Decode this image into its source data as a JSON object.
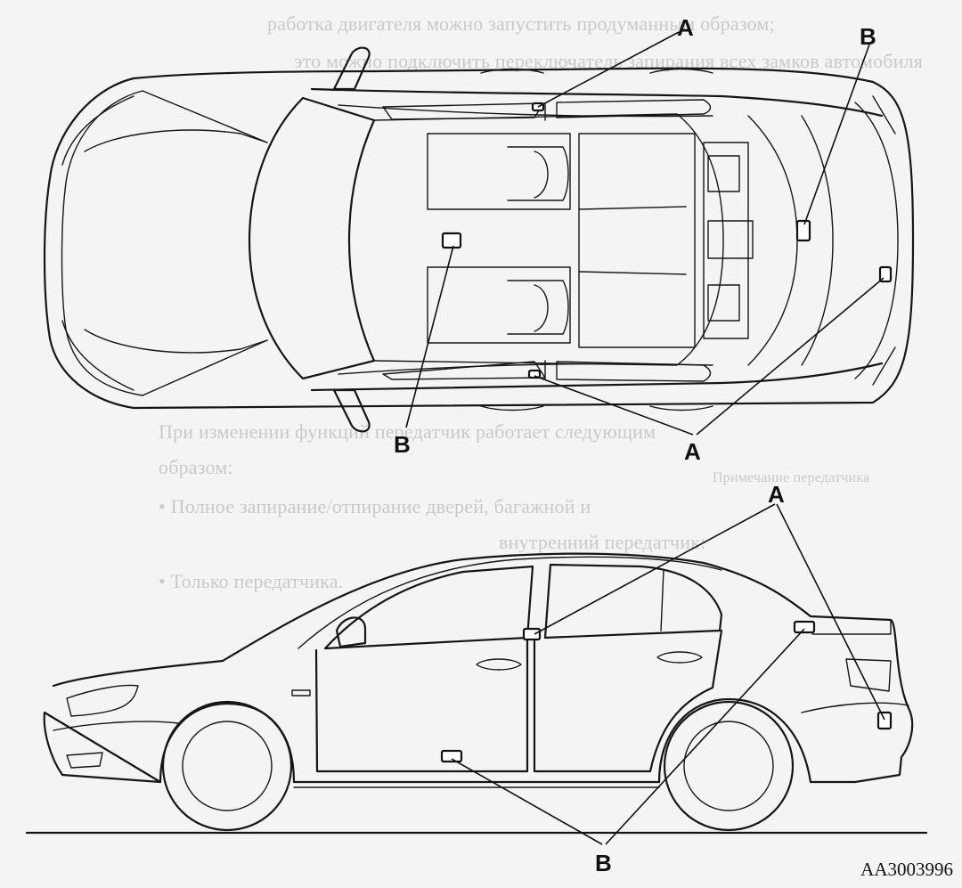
{
  "background_text": {
    "line1": "работка двигателя можно запустить продуманным образом;",
    "line2": "это можно подключить переключатель запирания всех замков автомобиля",
    "line3": "При изменении функций передатчик работает следующим",
    "line4": "образом:",
    "line5": "•   Полное запирание/отпирание дверей, багажной и",
    "line6": "внутренний передатчик:",
    "line7": "•   Только                               передатчика.",
    "box_note": "Примечание передатчика"
  },
  "labels": {
    "top_a_upper": "A",
    "top_b_upper": "B",
    "top_b_lower": "B",
    "top_a_lower": "A",
    "side_a": "A",
    "side_b": "B"
  },
  "reference_code": "AA3003996"
}
